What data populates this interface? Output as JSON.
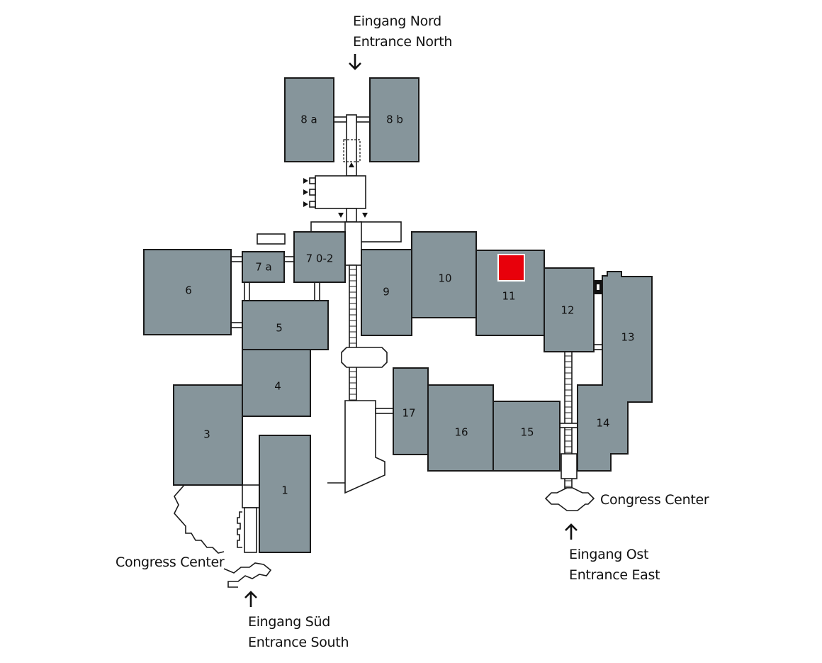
{
  "halls": {
    "h8a": "8 a",
    "h8b": "8 b",
    "h7_02": "7 0-2",
    "h7a": "7 a",
    "h6": "6",
    "h5": "5",
    "h4": "4",
    "h3": "3",
    "h1": "1",
    "h9": "9",
    "h10": "10",
    "h11": "11",
    "h12": "12",
    "h13": "13",
    "h14": "14",
    "h15": "15",
    "h16": "16",
    "h17": "17"
  },
  "entrances": {
    "north_de": "Eingang Nord",
    "north_en": "Entrance North",
    "east_de": "Eingang Ost",
    "east_en": "Entrance East",
    "south_de": "Eingang Süd",
    "south_en": "Entrance South"
  },
  "congress_west": "Congress Center",
  "congress_east": "Congress Center",
  "colors": {
    "hall": "#86959b",
    "highlight": "#e8000b"
  },
  "highlighted_hall": "11"
}
